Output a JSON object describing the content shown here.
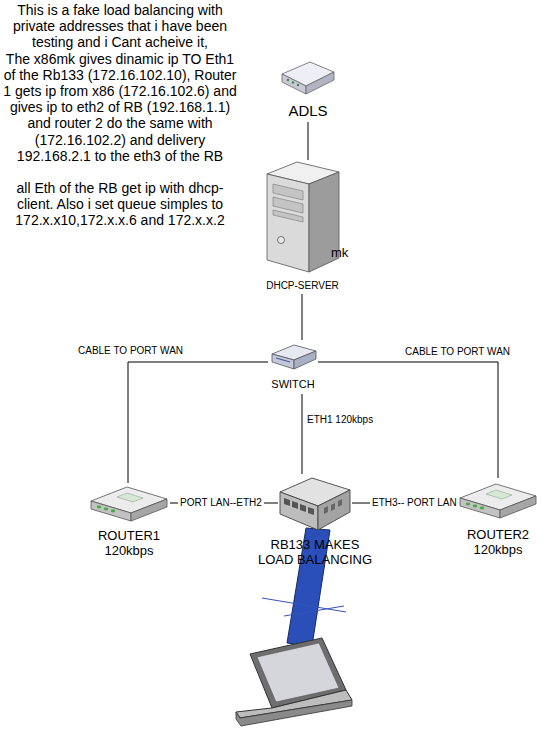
{
  "diagram": {
    "nodes": [
      {
        "text": [
          "ADLS"
        ]
      },
      {
        "text": [
          "mk",
          "DHCP-SERVER"
        ]
      },
      {
        "text": [
          "SWITCH"
        ]
      },
      {
        "text": [
          "ROUTER1 120kbps"
        ]
      },
      {
        "text": [
          "RB133 MAKES LOAD BALANCING"
        ]
      },
      {
        "text": [
          "ROUTER2 120kbps"
        ]
      }
    ],
    "edges": [
      {
        "from": 0,
        "to": 1,
        "arrow": "none"
      },
      {
        "from": 1,
        "to": 2,
        "arrow": "none"
      },
      {
        "from": 2,
        "to": 3,
        "label": "CABLE TO PORT WAN",
        "arrow": "none"
      },
      {
        "from": 2,
        "to": 5,
        "label": "CABLE TO PORT WAN",
        "arrow": "none"
      },
      {
        "from": 2,
        "to": 4,
        "label": "ETH1 120kbps",
        "arrow": "none"
      },
      {
        "from": 3,
        "to": 4,
        "label": "PORT LAN--ETH2",
        "arrow": "none"
      },
      {
        "from": 4,
        "to": 5,
        "label": "ETH3-- PORT LAN",
        "arrow": "none"
      }
    ],
    "labels": [
      "This is a fake load balancing with private addresses that i have been testing and i Cant acheive it,",
      "The x86mk gives dinamic ip TO Eth1 of the Rb133 (172.16.102.10), Router 1 gets ip from x86 (172.16.102.6) and gives ip to eth2 of RB (192.168.1.1) and router 2 do the same with (172.16.102.2) and delivery 192.168.2.1 to the eth3 of the RB",
      "all Eth of the RB get ip with dhcp-client. Also i set queue simples to 172.x.x10,172.x.x.6 and 172.x.x.2"
    ]
  }
}
